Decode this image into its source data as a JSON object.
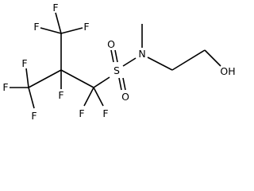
{
  "structure": {
    "atoms": [
      {
        "id": "F1",
        "label": "F"
      },
      {
        "id": "F2",
        "label": "F"
      },
      {
        "id": "F3",
        "label": "F"
      },
      {
        "id": "F4",
        "label": "F"
      },
      {
        "id": "F5",
        "label": "F"
      },
      {
        "id": "F6",
        "label": "F"
      },
      {
        "id": "F7",
        "label": "F"
      },
      {
        "id": "F8",
        "label": "F"
      },
      {
        "id": "F9",
        "label": "F"
      },
      {
        "id": "S",
        "label": "S"
      },
      {
        "id": "O1",
        "label": "O"
      },
      {
        "id": "O2",
        "label": "O"
      },
      {
        "id": "N",
        "label": "N"
      },
      {
        "id": "OH",
        "label": "OH"
      }
    ]
  }
}
